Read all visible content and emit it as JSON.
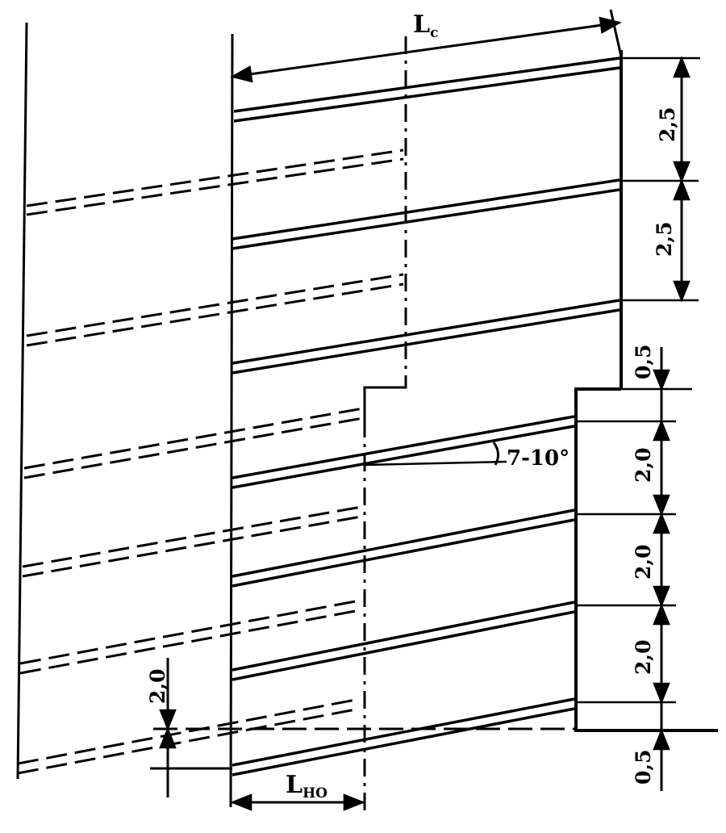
{
  "labels": {
    "length_top_main": "L",
    "length_top_sub": "c",
    "length_bottom_main": "L",
    "length_bottom_sub": "НО",
    "angle": "7-10°"
  },
  "dimensions": {
    "right_upper": [
      "2,5",
      "2,5"
    ],
    "right_gap_top": "0,5",
    "right_lower": [
      "2,0",
      "2,0",
      "2,0"
    ],
    "right_gap_bottom": "0,5",
    "left_bottom": "2,0"
  }
}
